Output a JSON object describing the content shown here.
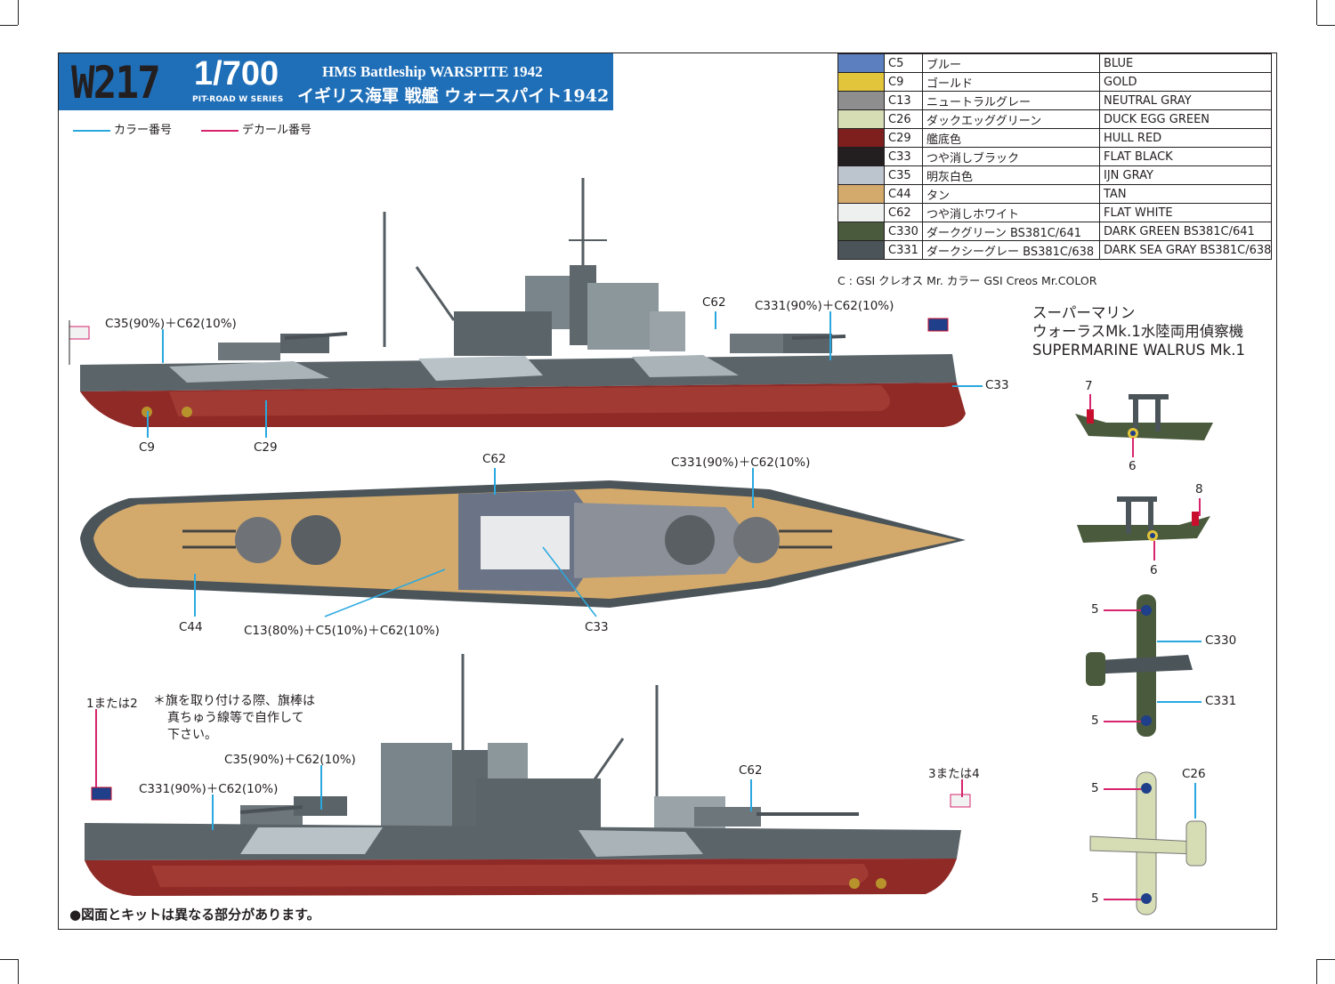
{
  "header": {
    "code": "W217",
    "scale": "1/700",
    "series": "PIT-ROAD W SERIES",
    "title_en": "HMS Battleship WARSPITE 1942",
    "title_jp": "イギリス海軍 戦艦 ウォースパイト1942",
    "banner_color": "#1f6fb8"
  },
  "legend": {
    "color_number": "カラー番号",
    "decal_number": "デカール番号",
    "color_line": "#29a8df",
    "decal_line": "#d6246d"
  },
  "colors": [
    {
      "code": "C5",
      "jp": "ブルー",
      "en": "BLUE",
      "hex": "#5b7fbf"
    },
    {
      "code": "C9",
      "jp": "ゴールド",
      "en": "GOLD",
      "hex": "#e2c53a"
    },
    {
      "code": "C13",
      "jp": "ニュートラルグレー",
      "en": "NEUTRAL GRAY",
      "hex": "#8e8e8e"
    },
    {
      "code": "C26",
      "jp": "ダックエッググリーン",
      "en": "DUCK EGG GREEN",
      "hex": "#d6ddb4"
    },
    {
      "code": "C29",
      "jp": "艦底色",
      "en": "HULL RED",
      "hex": "#7e1f1e"
    },
    {
      "code": "C33",
      "jp": "つや消しブラック",
      "en": "FLAT BLACK",
      "hex": "#231f20"
    },
    {
      "code": "C35",
      "jp": "明灰白色",
      "en": "IJN GRAY",
      "hex": "#bcc5cd"
    },
    {
      "code": "C44",
      "jp": "タン",
      "en": "TAN",
      "hex": "#d4aa6c"
    },
    {
      "code": "C62",
      "jp": "つや消しホワイト",
      "en": "FLAT WHITE",
      "hex": "#eef0f0"
    },
    {
      "code": "C330",
      "jp": "ダークグリーン BS381C/641",
      "en": "DARK GREEN BS381C/641",
      "hex": "#4a5a3c"
    },
    {
      "code": "C331",
      "jp": "ダークシーグレー BS381C/638",
      "en": "DARK SEA GRAY BS381C/638",
      "hex": "#4b5459"
    }
  ],
  "color_note": "C : GSI クレオス Mr. カラー  GSI Creos Mr.COLOR",
  "ship_side_top": {
    "c35_mix": "C35(90%)＋C62(10%)",
    "c62": "C62",
    "c331_mix": "C331(90%)＋C62(10%)",
    "c33": "C33",
    "c9": "C9",
    "c29": "C29"
  },
  "ship_plan": {
    "c62": "C62",
    "c331_mix": "C331(90%)＋C62(10%)",
    "c44": "C44",
    "c13_mix": "C13(80%)＋C5(10%)＋C62(10%)",
    "c33": "C33"
  },
  "ship_side_bottom": {
    "flag_left": "1または2",
    "flag_note": [
      "＊旗を取り付ける際、旗棒は",
      "真ちゅう線等で自作して",
      "下さい。"
    ],
    "c35_mix": "C35(90%)＋C62(10%)",
    "c331_mix": "C331(90%)＋C62(10%)",
    "c62": "C62",
    "flag_right": "3または4"
  },
  "walrus": {
    "title_lines": [
      "スーパーマリン",
      "ウォーラスMk.1水陸両用偵察機",
      "SUPERMARINE WALRUS Mk.1"
    ],
    "decal_7": "7",
    "decal_6a": "6",
    "decal_8": "8",
    "decal_6b": "6",
    "decal_5a": "5",
    "c330": "C330",
    "c331": "C331",
    "decal_5b": "5",
    "decal_5c": "5",
    "c26": "C26",
    "decal_5d": "5"
  },
  "warning": "●図面とキットは異なる部分があります。"
}
